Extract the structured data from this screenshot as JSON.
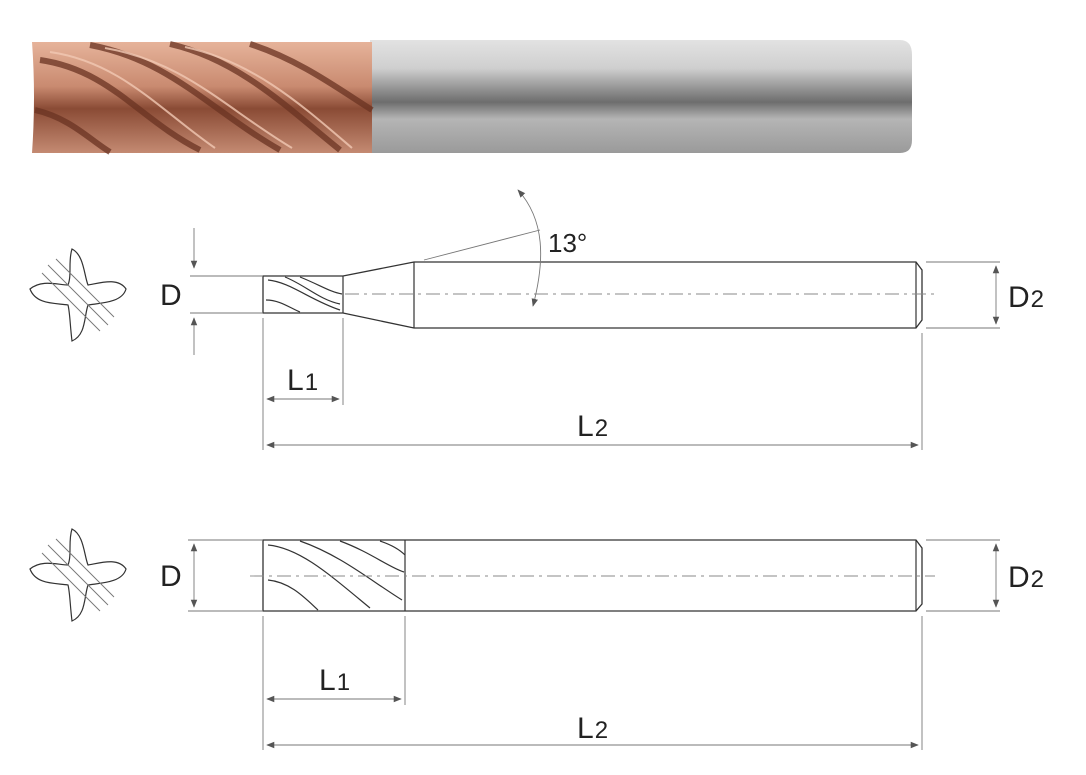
{
  "colors": {
    "coating": "#c98a70",
    "coating_dark": "#7a3f2a",
    "shank": "#b9b9b9",
    "line": "#333333"
  },
  "angle_label": "13°",
  "diagram_top": {
    "d_label": "D",
    "d2_label_main": "D",
    "d2_label_sub": "2",
    "l1_label_main": "L",
    "l1_label_sub": "1",
    "l2_label_main": "L",
    "l2_label_sub": "2"
  },
  "diagram_bottom": {
    "d_label": "D",
    "d2_label_main": "D",
    "d2_label_sub": "2",
    "l1_label_main": "L",
    "l1_label_sub": "1",
    "l2_label_main": "L",
    "l2_label_sub": "2"
  }
}
